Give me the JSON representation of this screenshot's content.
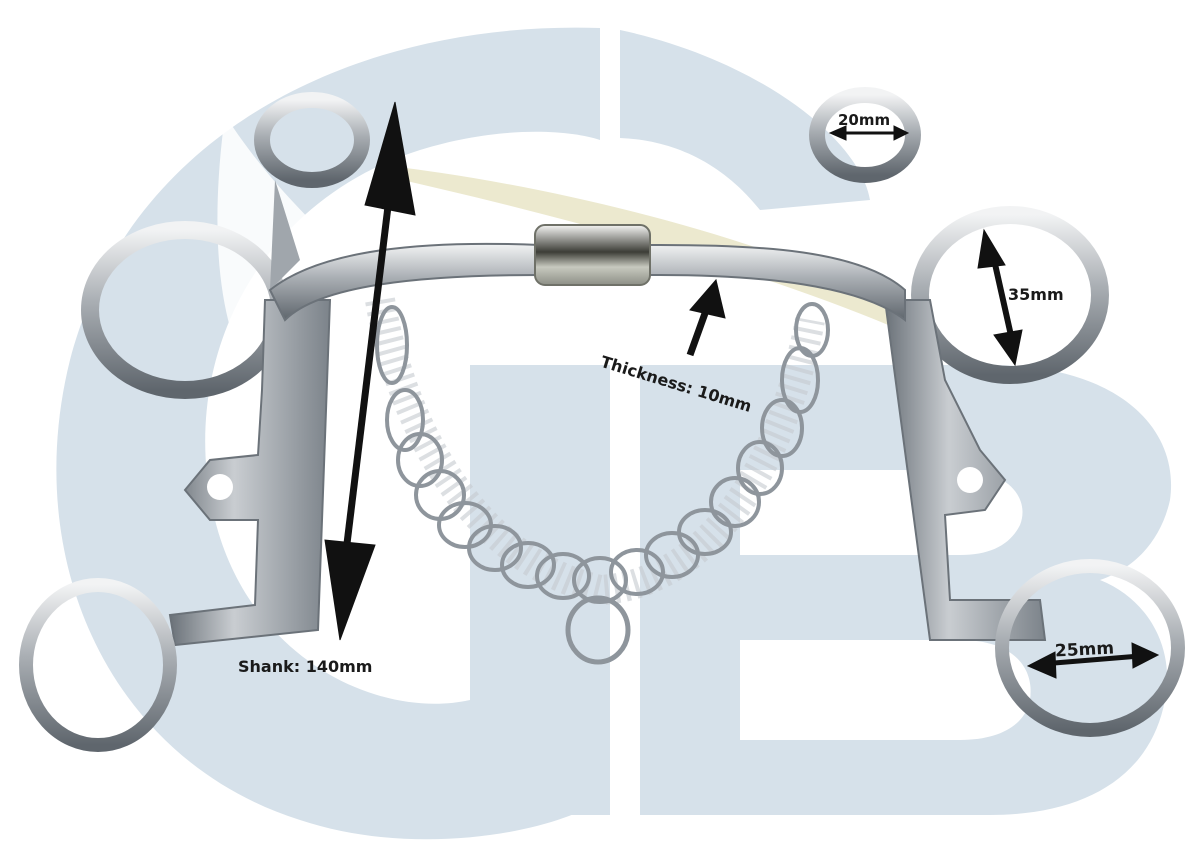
{
  "image": {
    "subject": "horse bit with curb chain",
    "watermark": {
      "letters": "GHB",
      "color": "#d6e1ea",
      "swoosh_color": "#ece9cf"
    },
    "colors": {
      "metal_light": "#e6e8ea",
      "metal_mid": "#9aa0a6",
      "metal_dark": "#5d646b",
      "arrow": "#111111"
    }
  },
  "annotations": {
    "top_ring": "20mm",
    "cheek_ring": "35mm",
    "mouthpiece_thickness": "Thickness: 10mm",
    "shank_length": "Shank: 140mm",
    "rein_ring": "25mm"
  }
}
